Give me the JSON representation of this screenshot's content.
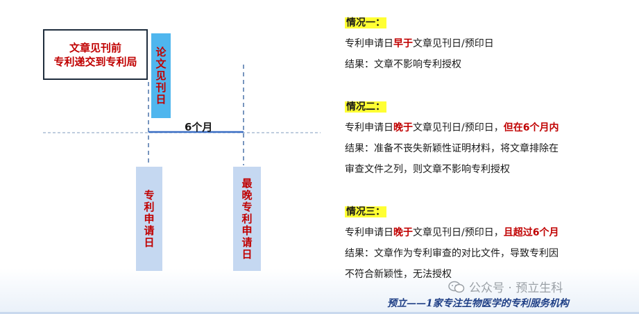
{
  "diagram": {
    "box_main": {
      "line1": "文章见刊前",
      "line2": "专利递交到专利局"
    },
    "paper_publication_day": "论文见刊日",
    "filing_day": "专利申请日",
    "latest_filing_day": "最晚专利申请日",
    "months_label": "6个月"
  },
  "cases": [
    {
      "title": "情况一：",
      "line1": {
        "pre": "专利申请日",
        "red": "早于",
        "post": "文章见刊日/预印日",
        "red2": ""
      },
      "result": [
        "结果：文章不影响专利授权"
      ]
    },
    {
      "title": "情况二：",
      "line1": {
        "pre": "专利申请日",
        "red": "晚于",
        "post": "文章见刊日/预印日，",
        "red2": "但在6个月内"
      },
      "result": [
        "结果：准备不丧失新颖性证明材料，将文章排除在",
        "审查文件之列，则文章不影响专利授权"
      ]
    },
    {
      "title": "情况三：",
      "line1": {
        "pre": "专利申请日",
        "red": "晚于",
        "post": "文章见刊日/预印日，",
        "red2": "且超过6个月"
      },
      "result": [
        "结果：文章作为专利审查的对比文件，导致专利因",
        "不符合新颖性，无法授权"
      ]
    }
  ],
  "watermark": "公众号 · 预立生科",
  "footer": "预立——1家专注生物医学的专利服务机构",
  "colors": {
    "highlight": "#ffff33",
    "accent_red": "#c00000",
    "light_blue": "#c5d8f1",
    "bright_blue": "#4fb6ee"
  }
}
